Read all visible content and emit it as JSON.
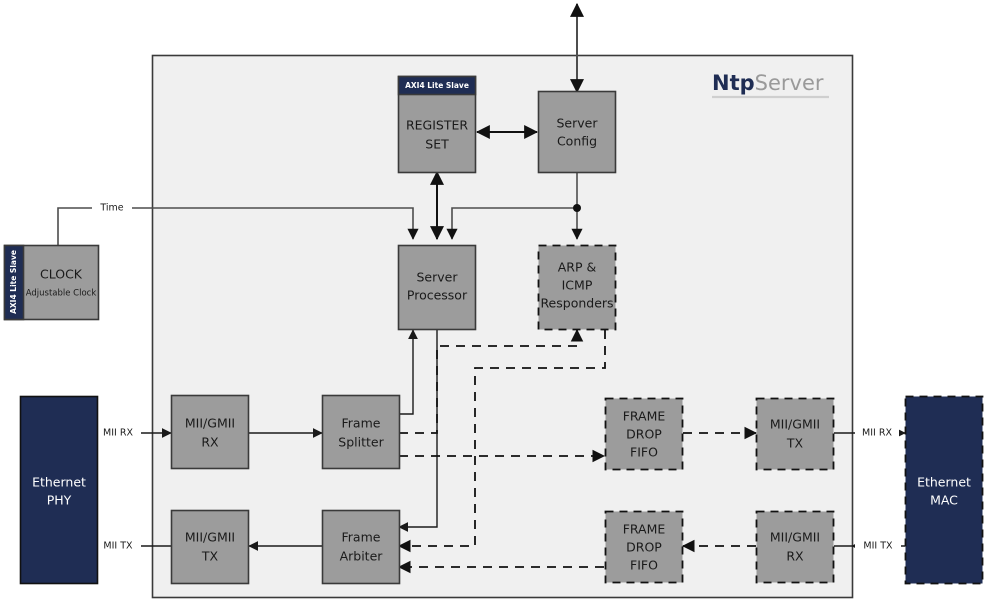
{
  "diagram": {
    "title": "NtpServer block diagram",
    "logo": {
      "bold_text": "Ntp",
      "light_text": "Server"
    },
    "colors": {
      "block_fill": "#9c9c9c",
      "block_stroke": "#3a3a3a",
      "navy": "#1f2d54",
      "container_fill": "#f0f0f0",
      "container_stroke": "#3a3a3a",
      "wire": "#4d4d4d",
      "wire_dark": "#111111",
      "page_bg": "#ffffff"
    },
    "container": {
      "name": "NtpServer"
    },
    "blocks": [
      {
        "id": "register_set",
        "label": "REGISTER SET",
        "header": "AXI4 Lite Slave",
        "style": "solid"
      },
      {
        "id": "server_config",
        "label": "Server Config",
        "style": "solid"
      },
      {
        "id": "clock",
        "label": "CLOCK",
        "sublabel": "Adjustable Clock",
        "sidebar": "AXI4 Lite Slave",
        "style": "solid"
      },
      {
        "id": "server_proc",
        "label": "Server Processor",
        "style": "solid"
      },
      {
        "id": "arp_icmp",
        "label": "ARP & ICMP Responders",
        "style": "dashed"
      },
      {
        "id": "mii_rx_left",
        "label": "MII/GMII RX",
        "style": "solid"
      },
      {
        "id": "frame_splitter",
        "label": "Frame Splitter",
        "style": "solid"
      },
      {
        "id": "mii_tx_left",
        "label": "MII/GMII TX",
        "style": "solid"
      },
      {
        "id": "frame_arbiter",
        "label": "Frame Arbiter",
        "style": "solid"
      },
      {
        "id": "fifo_top",
        "label": "FRAME DROP FIFO",
        "style": "dashed"
      },
      {
        "id": "mii_tx_right",
        "label": "MII/GMII TX",
        "style": "dashed"
      },
      {
        "id": "fifo_bottom",
        "label": "FRAME DROP FIFO",
        "style": "dashed"
      },
      {
        "id": "mii_rx_right",
        "label": "MII/GMII RX",
        "style": "dashed"
      },
      {
        "id": "eth_phy",
        "label": "Ethernet PHY",
        "style": "navy-solid"
      },
      {
        "id": "eth_mac",
        "label": "Ethernet MAC",
        "style": "navy-dashed"
      }
    ],
    "block_text": {
      "register_set_l1": "REGISTER",
      "register_set_l2": "SET",
      "register_set_hdr": "AXI4 Lite Slave",
      "server_config_l1": "Server",
      "server_config_l2": "Config",
      "clock_l1": "CLOCK",
      "clock_sub": "Adjustable Clock",
      "clock_side": "AXI4 Lite Slave",
      "server_proc_l1": "Server",
      "server_proc_l2": "Processor",
      "arp_l1": "ARP &",
      "arp_l2": "ICMP",
      "arp_l3": "Responders",
      "mii_rx_l1": "MII/GMII",
      "mii_rx_l2": "RX",
      "splitter_l1": "Frame",
      "splitter_l2": "Splitter",
      "mii_tx_l1": "MII/GMII",
      "mii_tx_l2": "TX",
      "arbiter_l1": "Frame",
      "arbiter_l2": "Arbiter",
      "fifo_l1": "FRAME",
      "fifo_l2": "DROP",
      "fifo_l3": "FIFO",
      "fifo2_l1": "FRAME",
      "fifo2_l2": "DROP",
      "fifo2_l3": "FIFO",
      "mii_tx_r_l1": "MII/GMII",
      "mii_tx_r_l2": "TX",
      "mii_rx_r_l1": "MII/GMII",
      "mii_rx_r_l2": "RX",
      "phy_l1": "Ethernet",
      "phy_l2": "PHY",
      "mac_l1": "Ethernet",
      "mac_l2": "MAC"
    },
    "wire_labels": {
      "time": "Time",
      "mii_rx_left": "MII RX",
      "mii_tx_left": "MII TX",
      "mii_rx_right": "MII RX",
      "mii_tx_right": "MII TX"
    }
  }
}
